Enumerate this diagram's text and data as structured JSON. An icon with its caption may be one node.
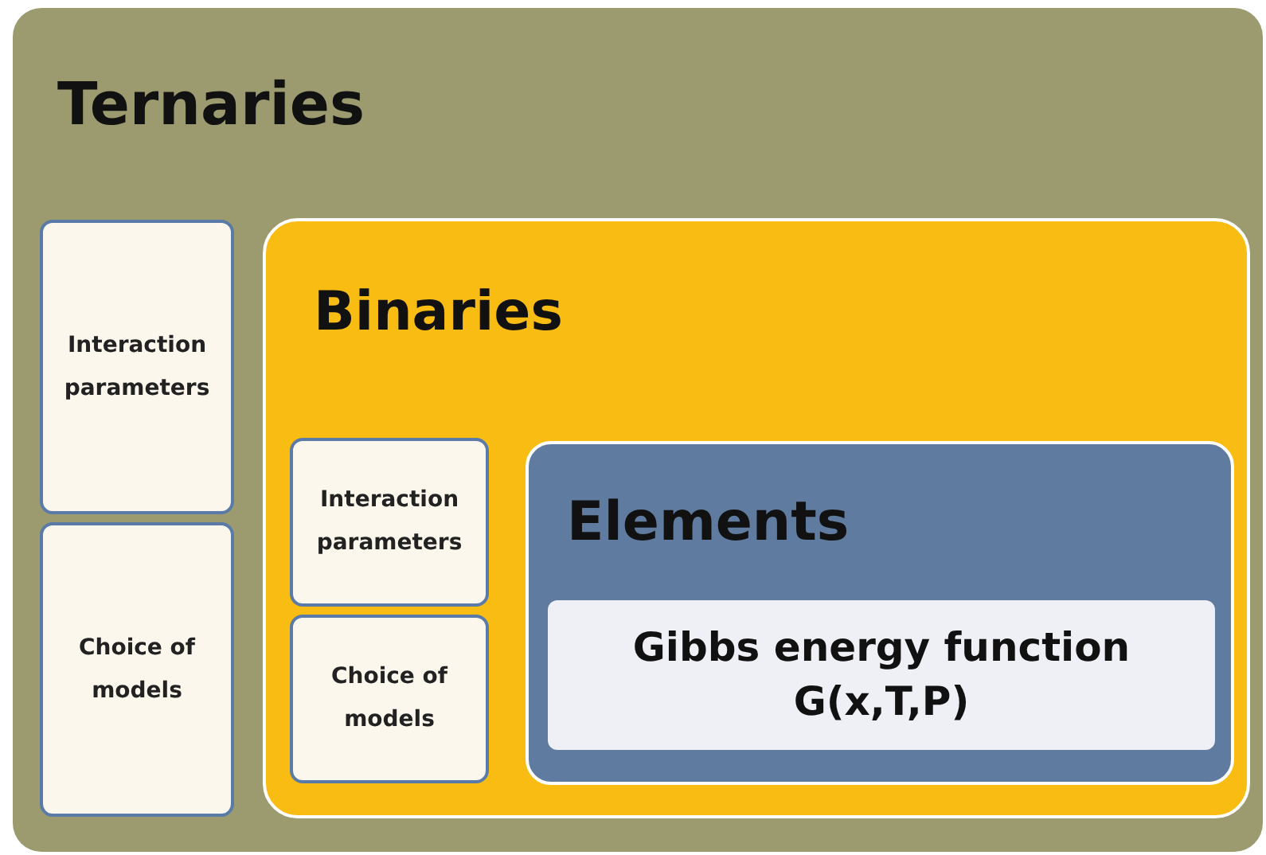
{
  "diagram": {
    "nodes": [
      {
        "text": [
          "Ternaries"
        ]
      },
      {
        "text": [
          "Interaction parameters"
        ],
        "in": 0
      },
      {
        "text": [
          "Choice of models"
        ],
        "in": 0
      },
      {
        "text": [
          "Binaries"
        ],
        "in": 0
      },
      {
        "text": [
          "Interaction parameters"
        ],
        "in": 3
      },
      {
        "text": [
          "Choice of models"
        ],
        "in": 3
      },
      {
        "text": [
          "Elements"
        ],
        "in": 3
      },
      {
        "text": [
          "Gibbs energy function G(x,T,P)"
        ],
        "in": 6
      }
    ]
  }
}
